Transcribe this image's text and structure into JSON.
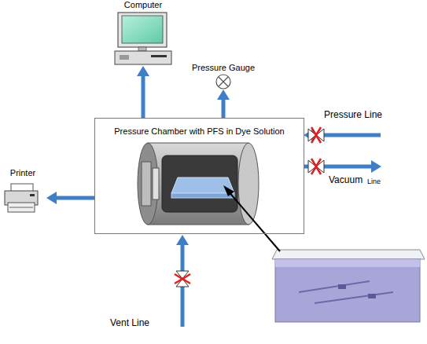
{
  "diagram": {
    "nodes": [
      {
        "text": [
          "Computer"
        ]
      },
      {
        "text": [
          "Pressure Gauge"
        ]
      },
      {
        "text": [
          "Pressure Chamber with PFS in Dye Solution"
        ]
      },
      {
        "text": [
          "Printer"
        ]
      }
    ],
    "edges": [
      {
        "from": 2,
        "to": 0,
        "arrow": "to"
      },
      {
        "from": 2,
        "to": 1,
        "arrow": "to"
      },
      {
        "from": 2,
        "to": 3,
        "arrow": "to"
      }
    ],
    "labels": [
      "Pressure Line",
      "Vacuum",
      "Line",
      "Vent Line"
    ]
  }
}
